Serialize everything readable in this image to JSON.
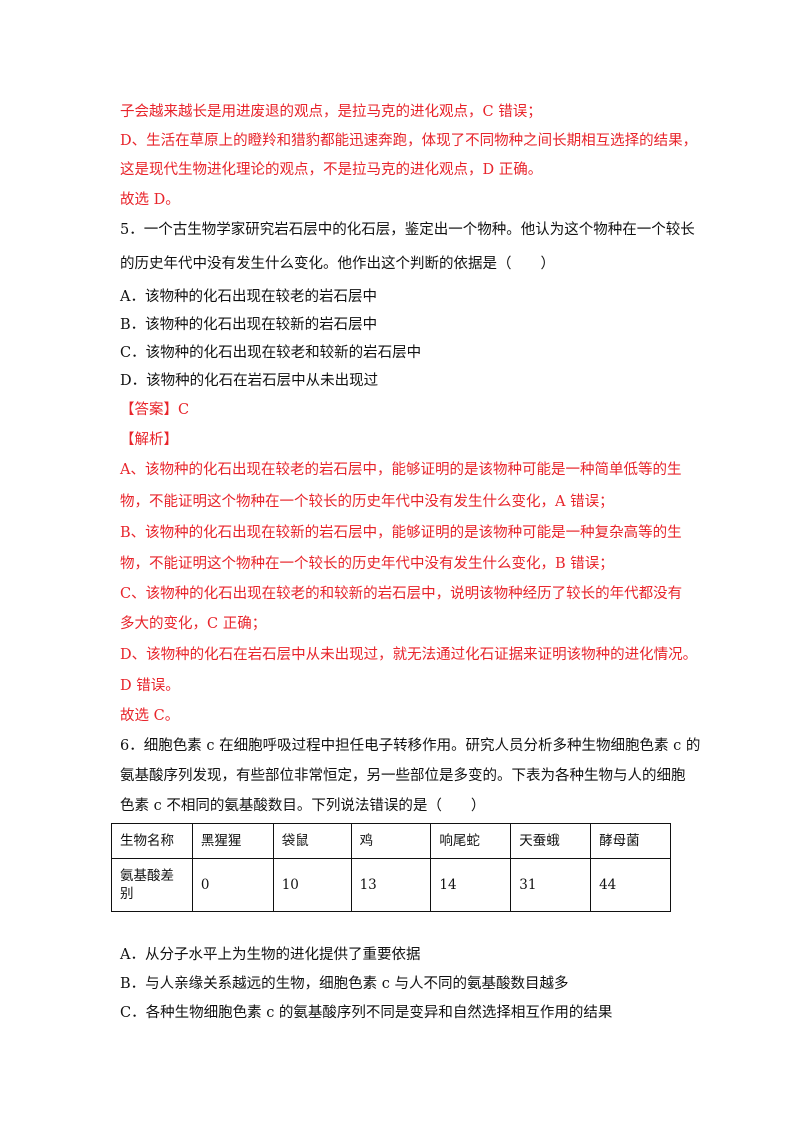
{
  "lines": [
    {
      "text": "子会越来越长是用进废退的观点，是拉马克的进化观点，C 错误；",
      "color": "red"
    },
    {
      "text": "D、生活在草原上的瞪羚和猎豹都能迅速奔跑，体现了不同物种之间长期相互选择的结果，",
      "color": "red"
    },
    {
      "text": "这是现代生物进化理论的观点，不是拉马克的进化观点，D 正确。",
      "color": "red"
    },
    {
      "text": "故选 D。",
      "color": "red"
    },
    {
      "text": "5．一个古生物学家研究岩石层中的化石层，鉴定出一个物种。他认为这个物种在一个较长",
      "color": "black"
    },
    {
      "text": "的历史年代中没有发生什么变化。他作出这个判断的依据是（　　）",
      "color": "black"
    },
    {
      "text": "A．该物种的化石出现在较老的岩石层中",
      "color": "black"
    },
    {
      "text": "B．该物种的化石出现在较新的岩石层中",
      "color": "black"
    },
    {
      "text": "C．该物种的化石出现在较老和较新的岩石层中",
      "color": "black"
    },
    {
      "text": "D．该物种的化石在岩石层中从未出现过",
      "color": "black"
    },
    {
      "text": "【答案】C",
      "color": "red"
    },
    {
      "text": "【解析】",
      "color": "red"
    },
    {
      "text": "A、该物种的化石出现在较老的岩石层中，能够证明的是该物种可能是一种简单低等的生",
      "color": "red"
    },
    {
      "text": "物，不能证明这个物种在一个较长的历史年代中没有发生什么变化，A 错误；",
      "color": "red"
    },
    {
      "text": "B、该物种的化石出现在较新的岩石层中，能够证明的是该物种可能是一种复杂高等的生",
      "color": "red"
    },
    {
      "text": "物，不能证明这个物种在一个较长的历史年代中没有发生什么变化，B 错误；",
      "color": "red"
    },
    {
      "text": "C、该物种的化石出现在较老的和较新的岩石层中，说明该物种经历了较长的年代都没有",
      "color": "red"
    },
    {
      "text": "多大的变化，C 正确；",
      "color": "red"
    },
    {
      "text": "D、该物种的化石在岩石层中从未出现过，就无法通过化石证据来证明该物种的进化情况。",
      "color": "red"
    },
    {
      "text": "D 错误。",
      "color": "red"
    },
    {
      "text": "故选 C。",
      "color": "red"
    },
    {
      "text": "6．细胞色素 c 在细胞呼吸过程中担任电子转移作用。研究人员分析多种生物细胞色素 c 的",
      "color": "black"
    },
    {
      "text": "氨基酸序列发现，有些部位非常恒定，另一些部位是多变的。下表为各种生物与人的细胞",
      "color": "black"
    },
    {
      "text": "色素 c 不相同的氨基酸数目。下列说法错误的是（　　）",
      "color": "black"
    }
  ],
  "table": {
    "headers": [
      "生物名称",
      "黑猩猩",
      "袋鼠",
      "鸡",
      "响尾蛇",
      "天蚕蛾",
      "酵母菌"
    ],
    "row": [
      "氨基酸差别",
      "0",
      "10",
      "13",
      "14",
      "31",
      "44"
    ]
  },
  "options": [
    "A．从分子水平上为生物的进化提供了重要依据",
    "B．与人亲缘关系越远的生物，细胞色素 c 与人不同的氨基酸数目越多",
    "C．各种生物细胞色素 c 的氨基酸序列不同是变异和自然选择相互作用的结果"
  ],
  "colors": {
    "answer_red": "#e8242b",
    "text_black": "#111111"
  }
}
